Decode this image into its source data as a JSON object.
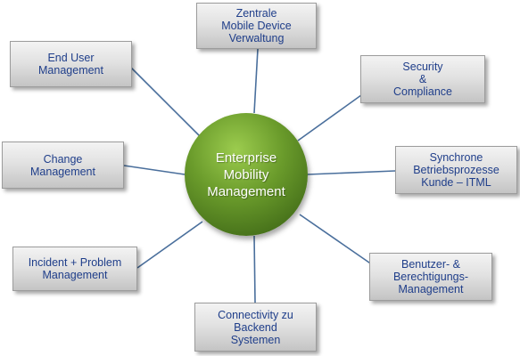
{
  "colors": {
    "hub_green": "#6a9b2b",
    "node_text_blue": "#1f3e8a",
    "connector_blue": "#4a6f9c",
    "hub_text": "#ffffff"
  },
  "hub": {
    "label": "Enterprise\nMobility\nManagement"
  },
  "nodes": [
    {
      "id": "zentrale-mdm",
      "label": "Zentrale\nMobile Device\nVerwaltung"
    },
    {
      "id": "security-compliance",
      "label": "Security\n&\nCompliance"
    },
    {
      "id": "synchrone-betriebsprozesse",
      "label": "Synchrone\nBetriebsprozesse\nKunde – ITML"
    },
    {
      "id": "benutzer-berechtigungs",
      "label": "Benutzer- &\nBerechtigungs-\nManagement"
    },
    {
      "id": "connectivity",
      "label": "Connectivity zu\nBackend\nSystemen"
    },
    {
      "id": "incident-problem",
      "label": "Incident + Problem\nManagement"
    },
    {
      "id": "change-management",
      "label": "Change\nManagement"
    },
    {
      "id": "end-user-management",
      "label": "End User\nManagement"
    }
  ]
}
